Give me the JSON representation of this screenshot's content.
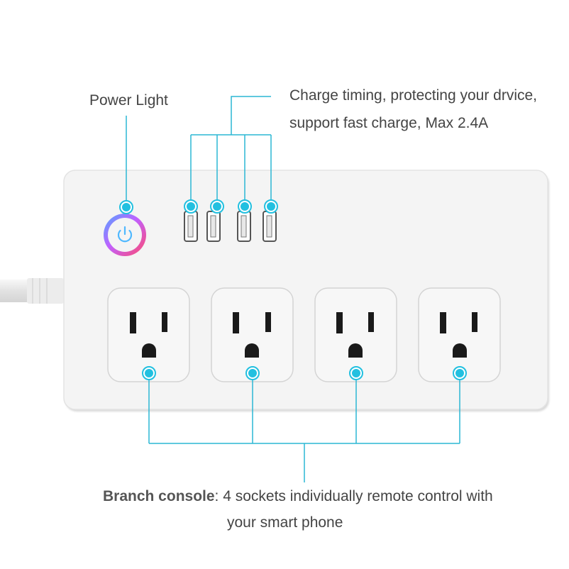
{
  "callouts": {
    "power_light": "Power Light",
    "charge_line1": "Charge timing, protecting your drvice,",
    "charge_line2": "support fast charge, Max 2.4A",
    "branch_title": "Branch console",
    "branch_rest": ": 4 sockets individually remote control with",
    "branch_line2": "your smart phone"
  },
  "colors": {
    "callout_line": "#2bb7d4",
    "marker_fill": "#22c0e0",
    "strip_body": "#f3f3f3",
    "text": "#444444"
  },
  "device": {
    "usb_port_count": 4,
    "ac_socket_count": 4
  }
}
